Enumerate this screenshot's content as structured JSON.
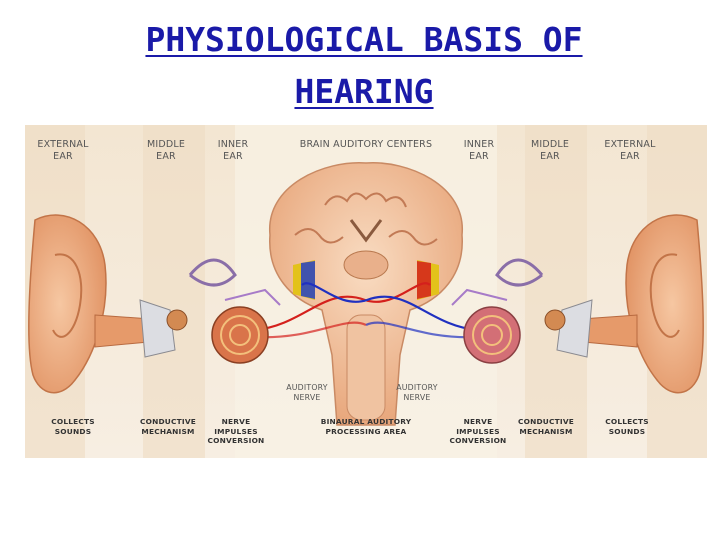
{
  "title": {
    "line1": "PHYSIOLOGICAL BASIS OF",
    "line2": "HEARING"
  },
  "figure": {
    "columns_left": [
      "EXTERNAL EAR",
      "MIDDLE EAR",
      "INNER EAR"
    ],
    "center_header": "BRAIN AUDITORY CENTERS",
    "columns_right": [
      "INNER EAR",
      "MIDDLE EAR",
      "EXTERNAL EAR"
    ],
    "nerve_left": "AUDITORY NERVE",
    "nerve_right": "AUDITORY NERVE",
    "footer_left": [
      "COLLECTS SOUNDS",
      "CONDUCTIVE MECHANISM",
      "NERVE IMPULSES CONVERSION"
    ],
    "footer_center": "BINAURAL AUDITORY PROCESSING AREA",
    "footer_right": [
      "NERVE IMPULSES CONVERSION",
      "CONDUCTIVE MECHANISM",
      "COLLECTS SOUNDS"
    ],
    "colors": {
      "title": "#1a1aa8",
      "skin": "#f0b48a",
      "brain": "#f2c4a0",
      "nerve_red": "#d4201c",
      "nerve_blue": "#2030c0",
      "cochlea": "#d9744a"
    }
  }
}
